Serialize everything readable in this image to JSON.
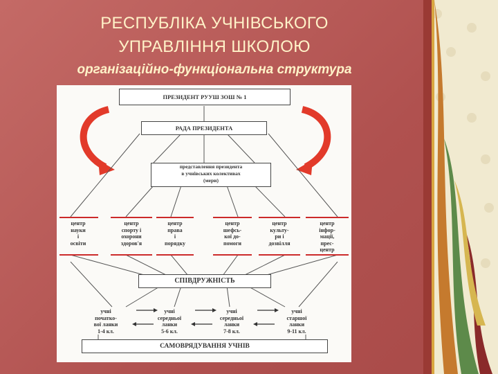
{
  "title_line1": "РЕСПУБЛІКА УЧНІВСЬКОГО",
  "title_line2": "УПРАВЛІННЯ ШКОЛОЮ",
  "subtitle": "організаційно-функціональна структура",
  "diagram": {
    "president": "ПРЕЗИДЕНТ РУУШ ЗОШ № 1",
    "council": "РАДА ПРЕЗИДЕНТА",
    "representatives": "представлення президента\nв учнівських колективах\n(мери)",
    "centers": [
      "центр\nнауки\nі\nосвіти",
      "центр\nспорту і\nохорони\nздоров'я",
      "центр\nправа\nі\nпорядку",
      "центр\nшефсь-\nкої до-\nпомоги",
      "центр\nкульту-\nри і\nдозвілля",
      "центр\nінфор-\nмації,\nпрес-\nцентр"
    ],
    "cooperation": "СПІВДРУЖНІСТЬ",
    "students": [
      "учні\nпочатко-\nвої ланки\n1-4 кл.",
      "учні\nсередньої\nланки\n5-6 кл.",
      "учні\nсередньої\nланки\n7-8 кл.",
      "учні\nстаршої\nланки\n9-11 кл."
    ],
    "self_government": "САМОВРЯДУВАННЯ УЧНІВ",
    "arrow_color": "#e23a2a"
  }
}
